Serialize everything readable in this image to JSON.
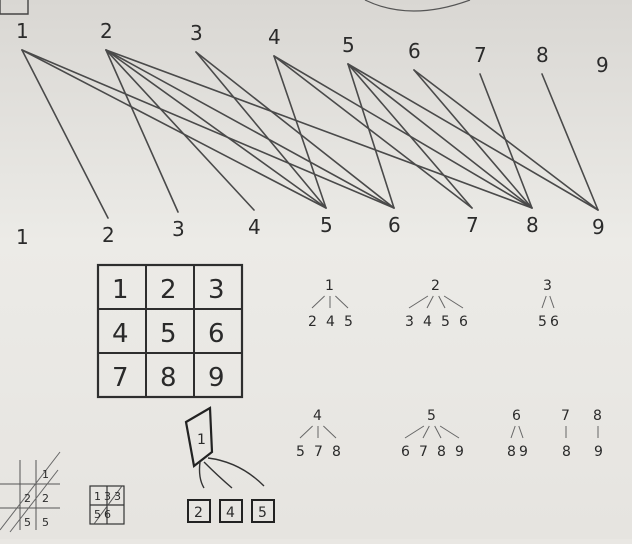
{
  "top_row": [
    "1",
    "2",
    "3",
    "4",
    "5",
    "6",
    "7",
    "8",
    "9"
  ],
  "bottom_row": [
    "1",
    "2",
    "3",
    "4",
    "5",
    "6",
    "7",
    "8",
    "9"
  ],
  "connections": [
    [
      1,
      2
    ],
    [
      1,
      6
    ],
    [
      1,
      5
    ],
    [
      2,
      3
    ],
    [
      2,
      5
    ],
    [
      2,
      6
    ],
    [
      2,
      8
    ],
    [
      2,
      4
    ],
    [
      3,
      5
    ],
    [
      3,
      6
    ],
    [
      4,
      5
    ],
    [
      4,
      7
    ],
    [
      4,
      8
    ],
    [
      5,
      6
    ],
    [
      5,
      7
    ],
    [
      5,
      8
    ],
    [
      5,
      9
    ],
    [
      6,
      8
    ],
    [
      6,
      9
    ],
    [
      7,
      8
    ],
    [
      8,
      9
    ]
  ],
  "grid": [
    [
      "1",
      "2",
      "3"
    ],
    [
      "4",
      "5",
      "6"
    ],
    [
      "7",
      "8",
      "9"
    ]
  ],
  "trees": [
    {
      "root": "1",
      "children": [
        "2",
        "4",
        "5"
      ]
    },
    {
      "root": "2",
      "children": [
        "3",
        "4",
        "5",
        "6"
      ]
    },
    {
      "root": "3",
      "children": [
        "5",
        "6"
      ]
    },
    {
      "root": "4",
      "children": [
        "5",
        "7",
        "8"
      ]
    },
    {
      "root": "5",
      "children": [
        "6",
        "7",
        "8",
        "9"
      ]
    },
    {
      "root": "6",
      "children": [
        "8",
        "9"
      ]
    },
    {
      "root": "7",
      "children": [
        "8"
      ]
    },
    {
      "root": "8",
      "children": [
        "9"
      ]
    }
  ],
  "sketch": {
    "selected": "1",
    "options": [
      "2",
      "4",
      "5"
    ],
    "mini_left_grid": [
      [
        "",
        "1"
      ],
      [
        "2",
        "2"
      ],
      [
        "5",
        "5"
      ]
    ],
    "mini_right_grid": [
      [
        "1",
        "3",
        "3"
      ],
      [
        "5",
        "6"
      ]
    ]
  }
}
